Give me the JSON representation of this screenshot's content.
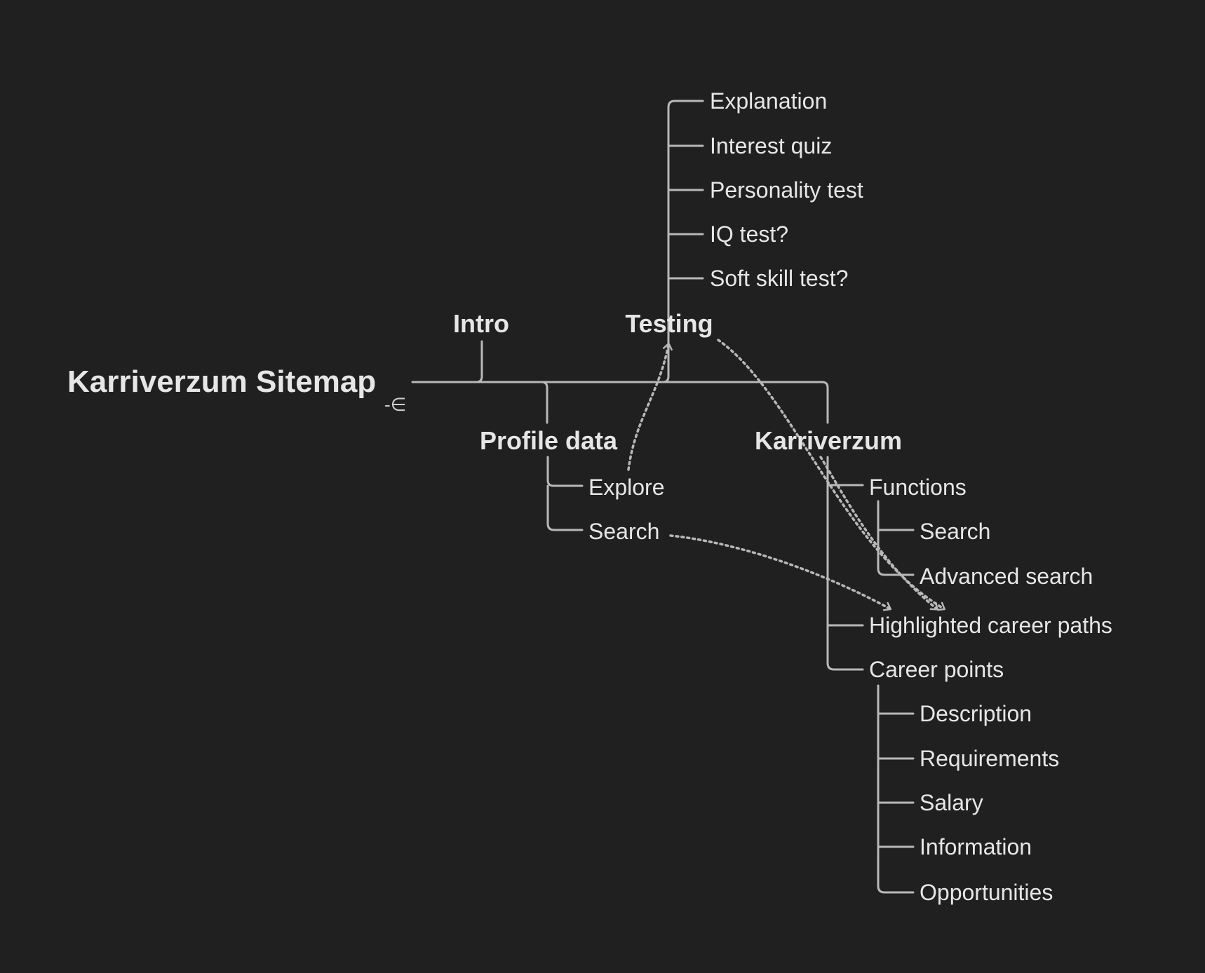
{
  "root": {
    "label": "Karriverzum Sitemap"
  },
  "collapse_icon": {
    "name": "collapse-toggle-icon",
    "glyph": "-∈"
  },
  "branches": {
    "intro": {
      "label": "Intro"
    },
    "testing": {
      "label": "Testing",
      "children": [
        "Explanation",
        "Interest quiz",
        "Personality test",
        "IQ test?",
        "Soft skill test?"
      ]
    },
    "profile": {
      "label": "Profile data",
      "children": [
        "Explore",
        "Search"
      ]
    },
    "karriverzum": {
      "label": "Karriverzum",
      "functions": {
        "label": "Functions",
        "children": [
          "Search",
          "Advanced search"
        ]
      },
      "highlighted": {
        "label": "Highlighted career paths"
      },
      "career_points": {
        "label": "Career points",
        "children": [
          "Description",
          "Requirements",
          "Salary",
          "Information",
          "Opportunities"
        ]
      }
    }
  },
  "colors": {
    "background": "#202020",
    "line": "#b8b8b8",
    "text": "#e6e6e6"
  }
}
